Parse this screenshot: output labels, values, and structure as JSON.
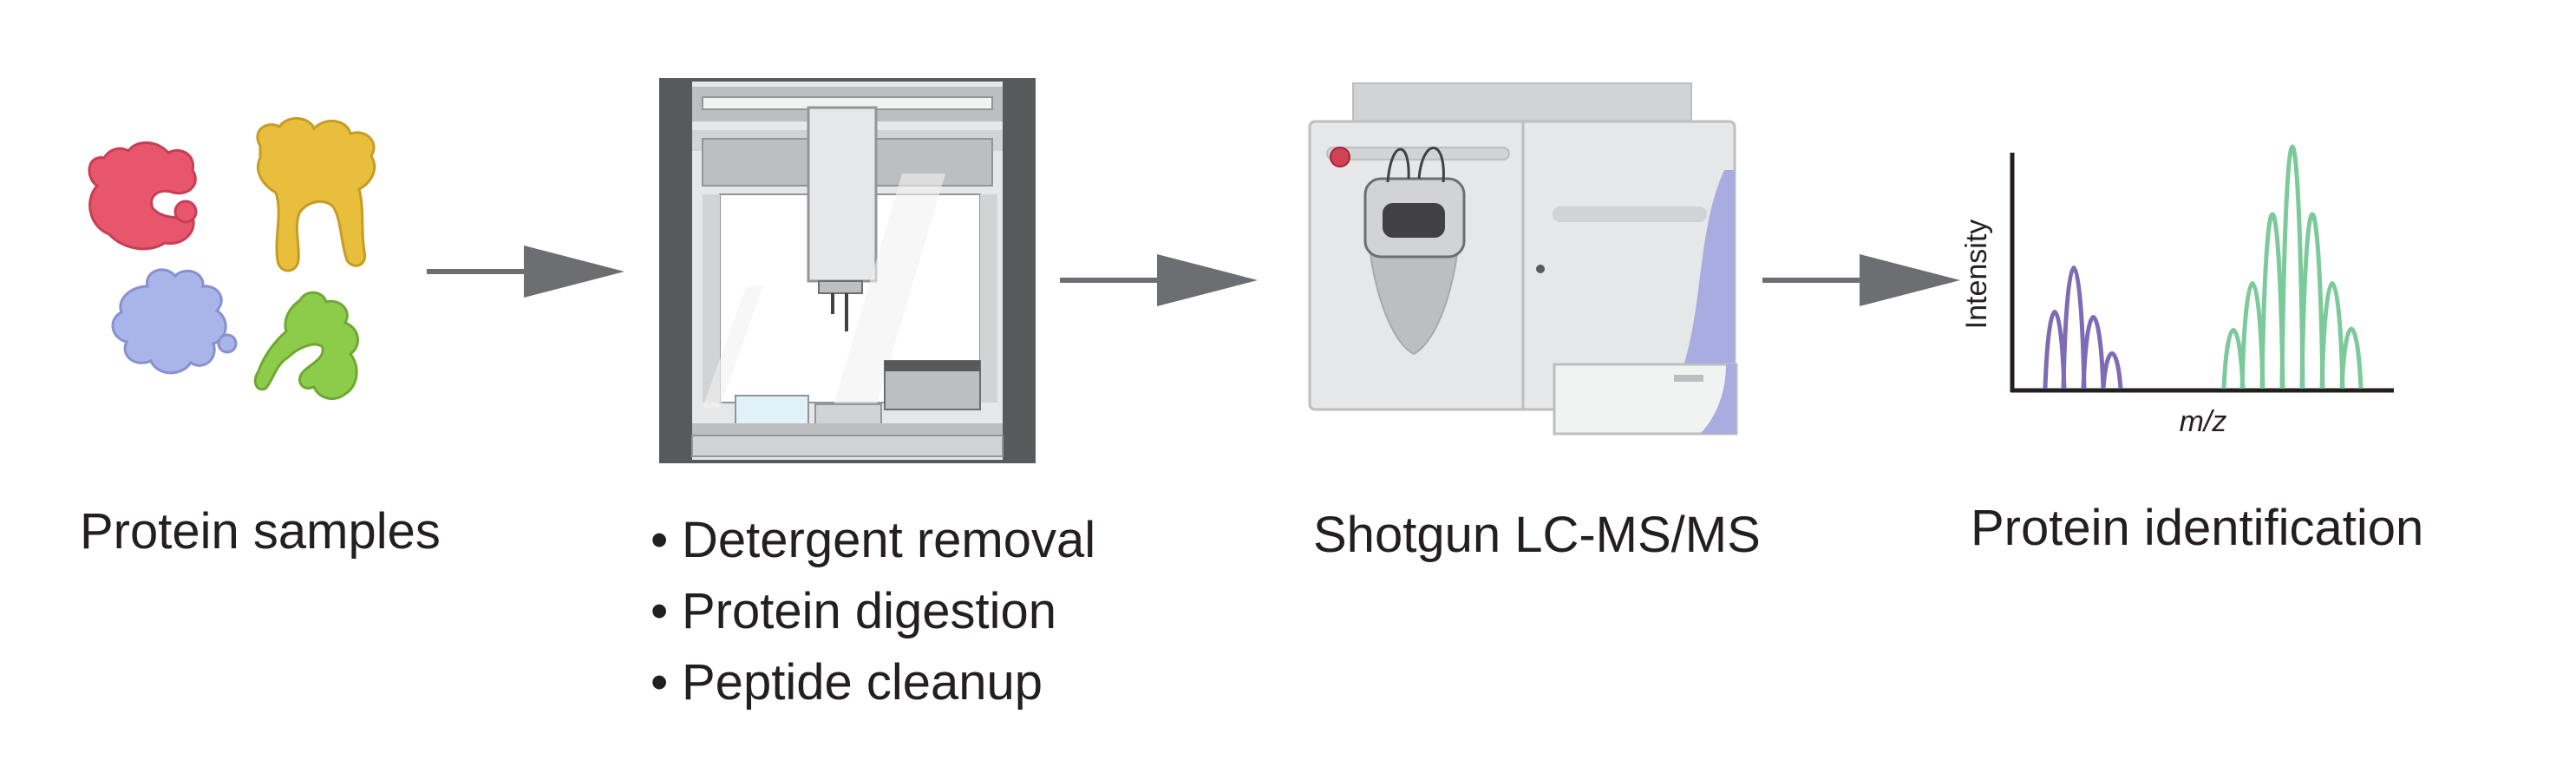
{
  "steps": [
    {
      "id": "samples",
      "label": "Protein samples"
    },
    {
      "id": "prep",
      "bullets": [
        "Detergent removal",
        "Protein digestion",
        "Peptide cleanup"
      ]
    },
    {
      "id": "lcms",
      "label": "Shotgun LC-MS/MS"
    },
    {
      "id": "ident",
      "label": "Protein identification"
    }
  ],
  "spectrum": {
    "y_label": "Intensity",
    "x_label": "m/z"
  },
  "colors": {
    "protein_red": "#e8566c",
    "protein_yellow": "#e8bf3c",
    "protein_blue": "#a9b4e8",
    "protein_green": "#8dcc4b",
    "arrow": "#6d6e71",
    "peak_purple": "#7d6bb5",
    "peak_green": "#7cc99a",
    "instrument_accent": "#a8ace0"
  }
}
